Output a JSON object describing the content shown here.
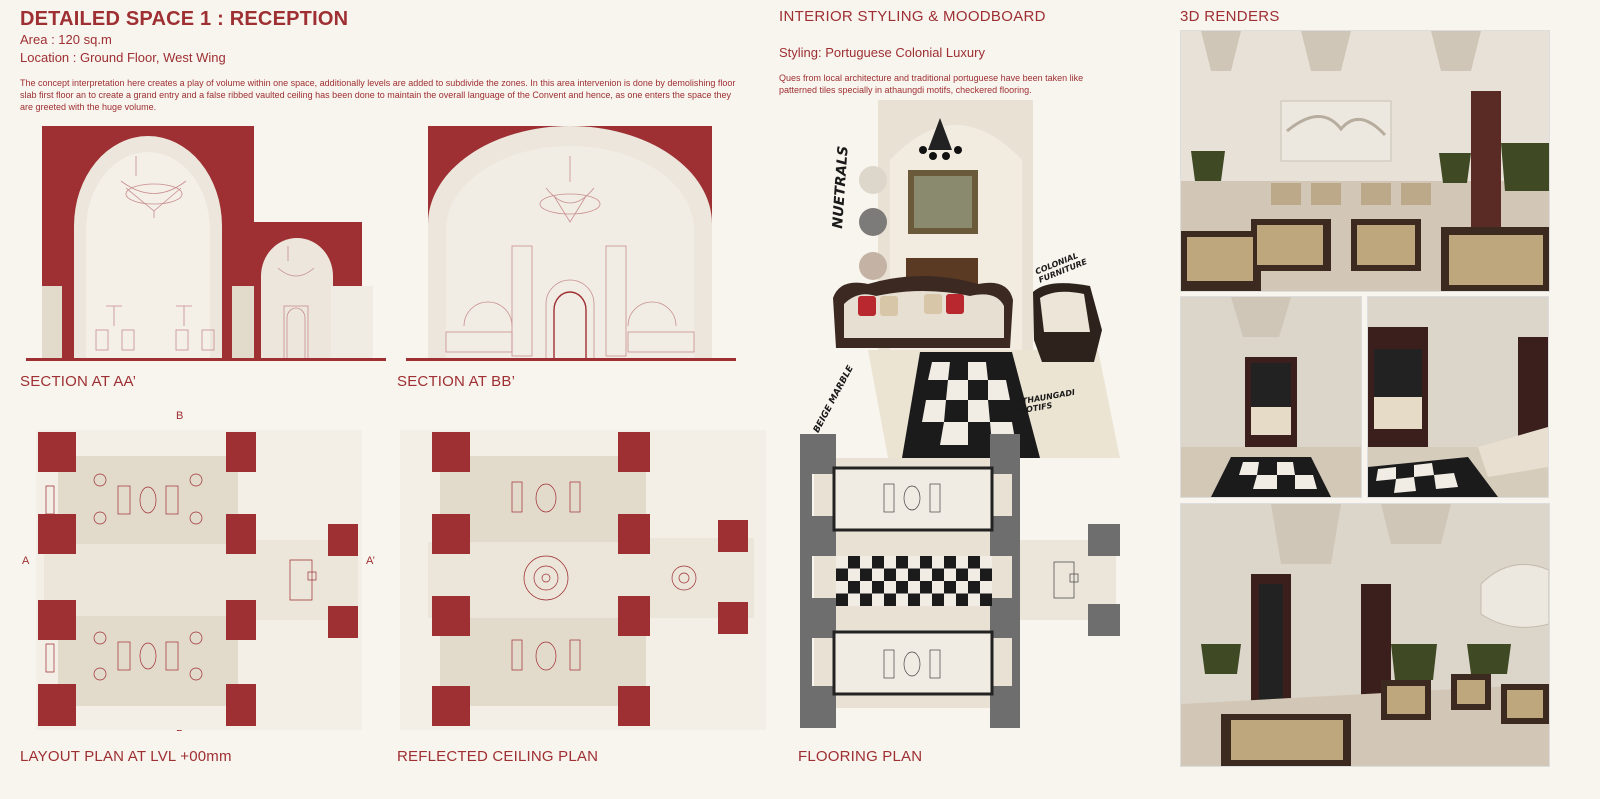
{
  "header": {
    "title": "DETAILED SPACE 1 : RECEPTION",
    "area": "Area : 120 sq.m",
    "location": "Location : Ground Floor, West Wing",
    "description": "The concept interpretation here creates a play of volume within one space, additionally levels are added to subdivide the zones. In this area intervenion is done by demolishing floor slab first floor an  to create a grand entry and a false ribbed vaulted ceiling has been done to maintain the overall language of the Convent and hence, as one enters the space they are greeted with the huge volume."
  },
  "drawings": {
    "section_aa": "SECTION AT AA’",
    "section_bb": "SECTION AT BB’",
    "layout_plan": "LAYOUT PLAN AT LVL +00mm",
    "rcp": "REFLECTED CEILING PLAN",
    "flooring_plan": "FLOORING PLAN",
    "marker_a": "A",
    "marker_a_prime": "A’",
    "marker_b": "B",
    "marker_b_prime": "B’"
  },
  "moodboard": {
    "title": "INTERIOR STYLING  & MOODBOARD",
    "styling": "Styling: Portuguese Colonial Luxury",
    "text": "Ques from local architecture and traditional portuguese have been taken like patterned tiles specially in athaungdi motifs, checkered flooring.",
    "label_neutrals": "NUETRALS",
    "label_colonial": "COLONIAL FURNITURE",
    "label_beige": "BEIGE MARBLE",
    "label_athaungadi": "ATHAUNGADI MOTIFS",
    "swatches": [
      "#ddd6ca",
      "#7d7b79",
      "#c4b2a4"
    ]
  },
  "renders": {
    "title": "3D RENDERS"
  },
  "colors": {
    "accent": "#9e2f32",
    "background": "#f8f4ee",
    "beige": "#e2dacb",
    "grey": "#6e6e6e"
  }
}
